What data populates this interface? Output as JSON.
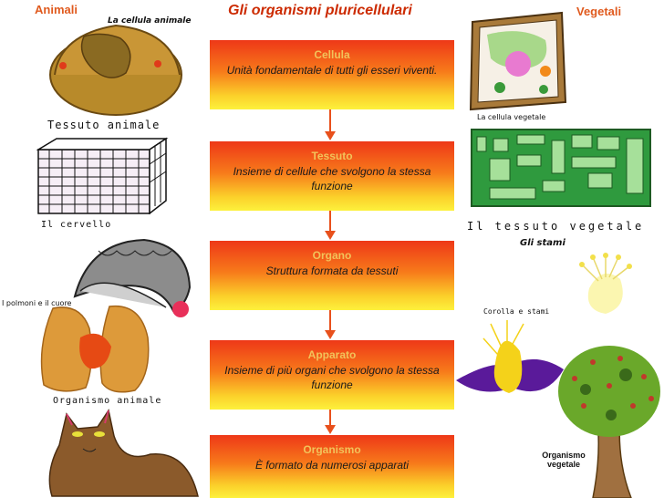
{
  "header": {
    "left_tag": "Animali",
    "title": "Gli organismi pluricellulari",
    "right_tag": "Vegetali"
  },
  "boxes": [
    {
      "heading": "Cellula",
      "text": "Unità fondamentale di tutti gli esseri viventi."
    },
    {
      "heading": "Tessuto",
      "text": "Insieme di cellule che svolgono la stessa funzione"
    },
    {
      "heading": "Organo",
      "text": "Struttura formata da tessuti"
    },
    {
      "heading": "Apparato",
      "text": "Insieme di più organi che svolgono la stessa funzione"
    },
    {
      "heading": "Organismo",
      "text": "È formato da numerosi apparati"
    }
  ],
  "left_labels": {
    "cell": "La cellula animale",
    "tissue": "Tessuto animale",
    "brain": "Il cervello",
    "lungs": "I polmoni e il cuore",
    "organism": "Organismo animale"
  },
  "right_labels": {
    "cell": "La cellula vegetale",
    "tissue": "Il tessuto vegetale",
    "stamens": "Gli stami",
    "corolla": "Corolla e stami",
    "organism": "Organismo vegetale"
  },
  "colors": {
    "box_top": "#ee3818",
    "box_bottom": "#fdf13c",
    "heading": "#f2c35a",
    "title": "#cc2a00",
    "arrow": "#e8501c"
  }
}
